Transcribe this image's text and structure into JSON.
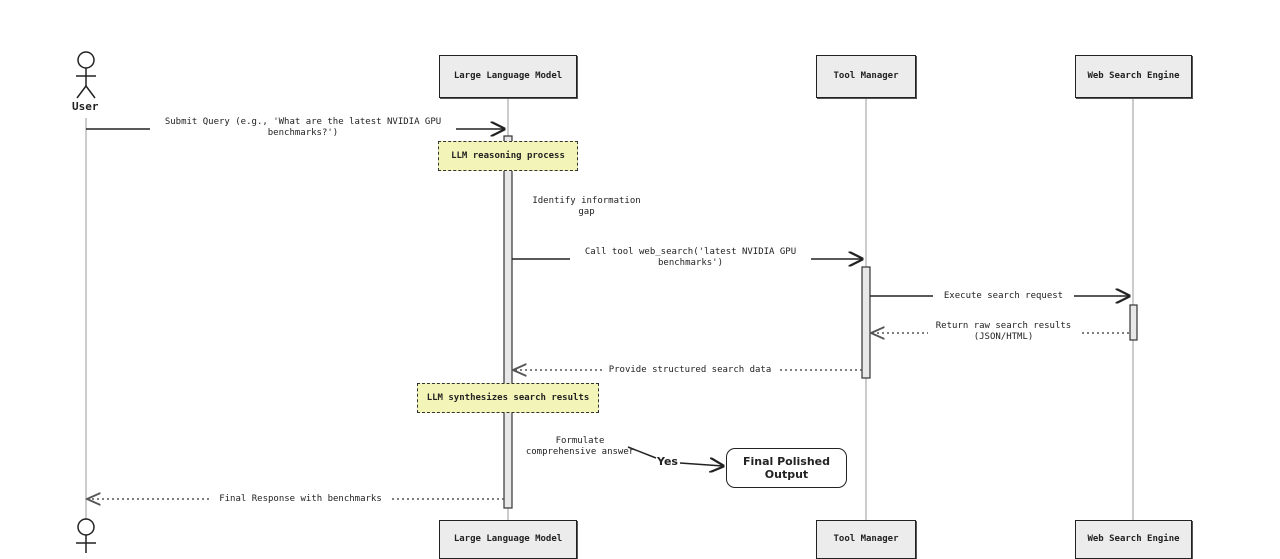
{
  "actors": {
    "user": "User",
    "llm": "Large Language Model",
    "tool_manager": "Tool Manager",
    "web_search": "Web Search Engine"
  },
  "notes": {
    "reasoning": "LLM reasoning process",
    "synthesis": "LLM synthesizes search results"
  },
  "messages": {
    "submit_query": "Submit Query (e.g., 'What are the latest NVIDIA GPU\nbenchmarks?')",
    "identify_gap": "Identify information\ngap",
    "call_tool": "Call tool web_search('latest NVIDIA GPU\nbenchmarks')",
    "execute_search": "Execute search request",
    "return_results": "Return raw search results\n(JSON/HTML)",
    "structured_data": "Provide structured search data",
    "formulate": "Formulate\ncomprehensive answer",
    "final_response": "Final Response with benchmarks"
  },
  "decision": {
    "yes_label": "Yes",
    "final_output": "Final Polished\nOutput"
  }
}
